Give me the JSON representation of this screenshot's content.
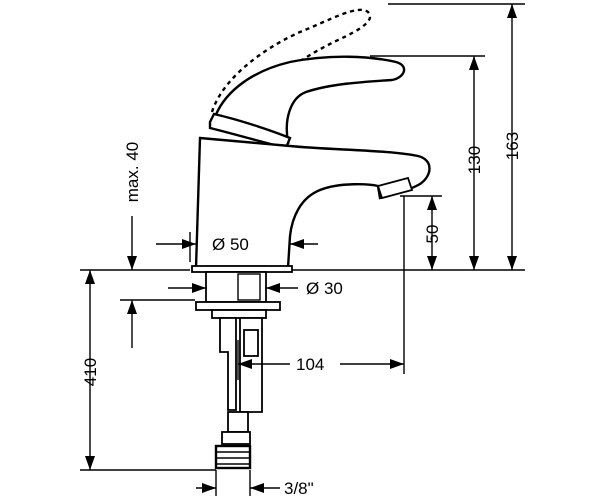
{
  "dimensions": {
    "height_total": "163",
    "height_spout": "130",
    "spout_clearance": "50",
    "max_thickness": "max. 40",
    "body_diameter": "Ø 50",
    "hole_diameter": "Ø 30",
    "projection": "104",
    "connection_length": "410",
    "connection_thread": "3/8\""
  }
}
